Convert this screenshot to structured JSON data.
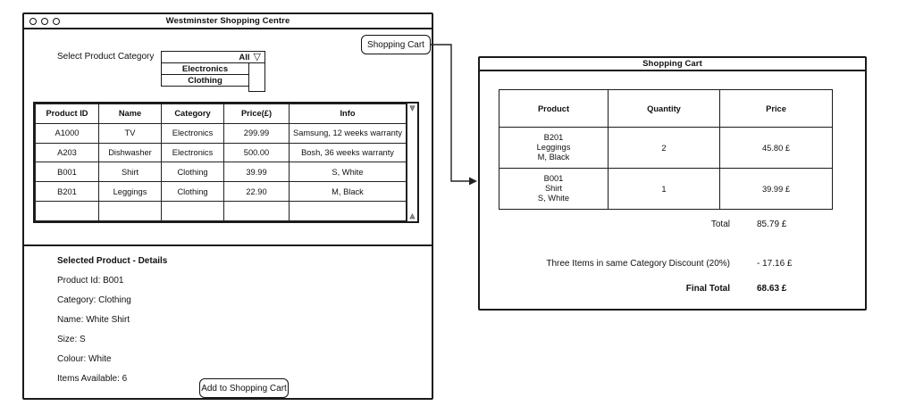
{
  "main_window": {
    "title": "Westminster Shopping Centre",
    "category_label": "Select Product Category",
    "dropdown": {
      "selected": "All",
      "options": [
        "Electronics",
        "Clothing"
      ]
    },
    "cart_button_label": "Shopping Cart",
    "product_table": {
      "headers": [
        "Product ID",
        "Name",
        "Category",
        "Price(£)",
        "Info"
      ],
      "rows": [
        [
          "A1000",
          "TV",
          "Electronics",
          "299.99",
          "Samsung, 12 weeks warranty"
        ],
        [
          "A203",
          "Dishwasher",
          "Electronics",
          "500.00",
          "Bosh, 36 weeks warranty"
        ],
        [
          "B001",
          "Shirt",
          "Clothing",
          "39.99",
          "S, White"
        ],
        [
          "B201",
          "Leggings",
          "Clothing",
          "22.90",
          "M, Black"
        ],
        [
          "",
          "",
          "",
          "",
          ""
        ]
      ]
    },
    "details": {
      "heading": "Selected Product - Details",
      "lines": [
        "Product Id: B001",
        "Category: Clothing",
        "Name: White Shirt",
        "Size: S",
        "Colour: White",
        "Items Available: 6"
      ]
    },
    "add_button_label": "Add to Shopping Cart"
  },
  "cart_window": {
    "title": "Shopping Cart",
    "table": {
      "headers": [
        "Product",
        "Quantity",
        "Price"
      ],
      "rows": [
        {
          "product": "B201\nLeggings\nM, Black",
          "quantity": "2",
          "price": "45.80 £"
        },
        {
          "product": "B001\nShirt\nS, White",
          "quantity": "1",
          "price": "39.99 £"
        }
      ]
    },
    "totals": [
      {
        "label": "Total",
        "value": "85.79 £"
      },
      {
        "label": "Three Items in same Category Discount (20%)",
        "value": "- 17.16 £"
      },
      {
        "label": "Final Total",
        "value": "68.63 £"
      }
    ]
  },
  "icons": {
    "dropdown_arrow": "▽",
    "scroll_arrow_down": "▼",
    "scroll_arrow_up": "▲"
  }
}
